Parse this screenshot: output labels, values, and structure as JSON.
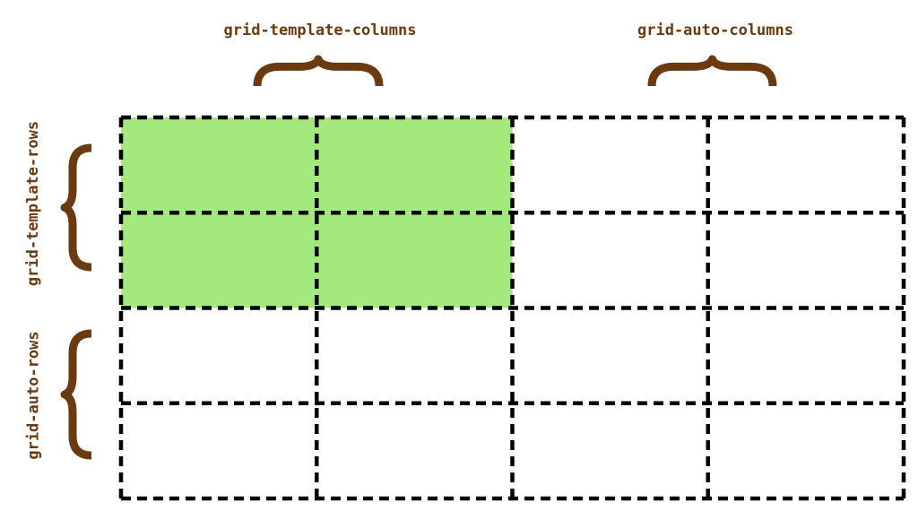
{
  "labels": {
    "template_columns": "grid-template-columns",
    "auto_columns": "grid-auto-columns",
    "template_rows": "grid-template-rows",
    "auto_rows": "grid-auto-rows"
  },
  "grid": {
    "columns": 4,
    "rows": 4,
    "explicit_columns": 2,
    "explicit_rows": 2
  },
  "colors": {
    "label": "#6b3a10",
    "brace": "#6b3a10",
    "explicit_fill": "#a3e97b",
    "grid_line": "#000000",
    "background": "#ffffff"
  }
}
